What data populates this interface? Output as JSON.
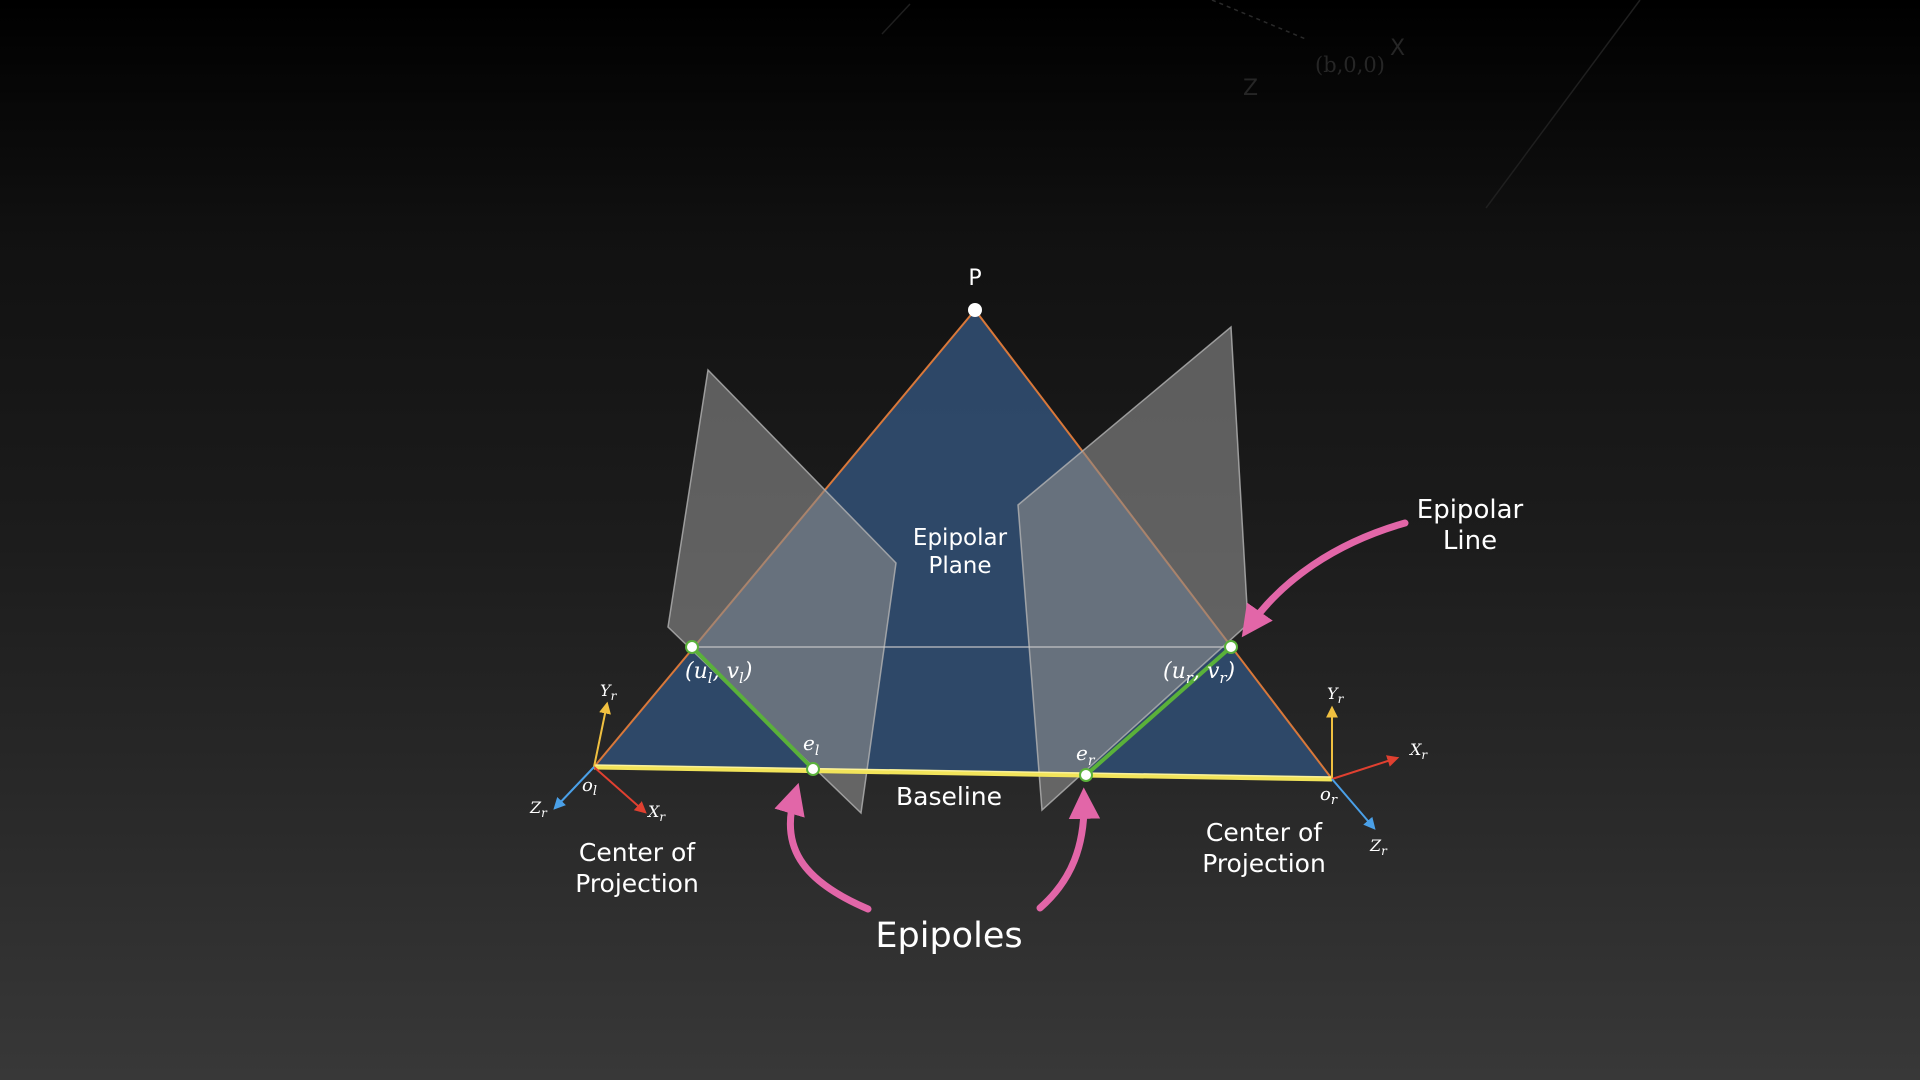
{
  "labels": {
    "point_p": "P",
    "epipolar_plane_line1": "Epipolar",
    "epipolar_plane_line2": "Plane",
    "epipolar_line_line1": "Epipolar",
    "epipolar_line_line2": "Line",
    "baseline": "Baseline",
    "epipoles": "Epipoles",
    "left_center_line1": "Center of",
    "left_center_line2": "Projection",
    "right_center_line1": "Center of",
    "right_center_line2": "Projection"
  },
  "math": {
    "left_image_point": {
      "open": "(",
      "u": "u",
      "u_sub": "l",
      "comma": ", ",
      "v": "v",
      "v_sub": "l",
      "close": ")"
    },
    "right_image_point": {
      "open": "(",
      "u": "u",
      "u_sub": "r",
      "comma": ", ",
      "v": "v",
      "v_sub": "r",
      "close": ")"
    },
    "left_epipole": {
      "base": "e",
      "sub": "l"
    },
    "right_epipole": {
      "base": "e",
      "sub": "r"
    },
    "left_origin": {
      "base": "o",
      "sub": "l"
    },
    "right_origin": {
      "base": "o",
      "sub": "r"
    },
    "left_axes": {
      "y": {
        "base": "Y",
        "sub": "r"
      },
      "x": {
        "base": "X",
        "sub": "r"
      },
      "z": {
        "base": "Z",
        "sub": "r"
      }
    },
    "right_axes": {
      "y": {
        "base": "Y",
        "sub": "r"
      },
      "x": {
        "base": "X",
        "sub": "r"
      },
      "z": {
        "base": "Z",
        "sub": "r"
      }
    }
  },
  "faint_background": {
    "coord": "(b,0,0)",
    "x_label": "X",
    "z_label": "Z"
  },
  "colors": {
    "epipolar_plane": "#2f4a6b",
    "plane_edge": "#d9783a",
    "image_plane": "#8a8a8a",
    "baseline": "#f2e45a",
    "epipolar_line": "#5ab13a",
    "callout_arrow": "#e266a8",
    "axis_y": "#f0c040",
    "axis_x": "#e04030",
    "axis_z": "#4aa0e8"
  }
}
